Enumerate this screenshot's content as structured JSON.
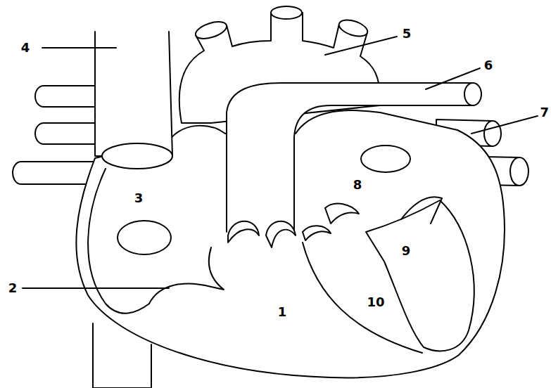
{
  "diagram": {
    "labels": [
      "4",
      "5",
      "6",
      "7",
      "3",
      "8",
      "9",
      "2",
      "10",
      "1"
    ]
  }
}
